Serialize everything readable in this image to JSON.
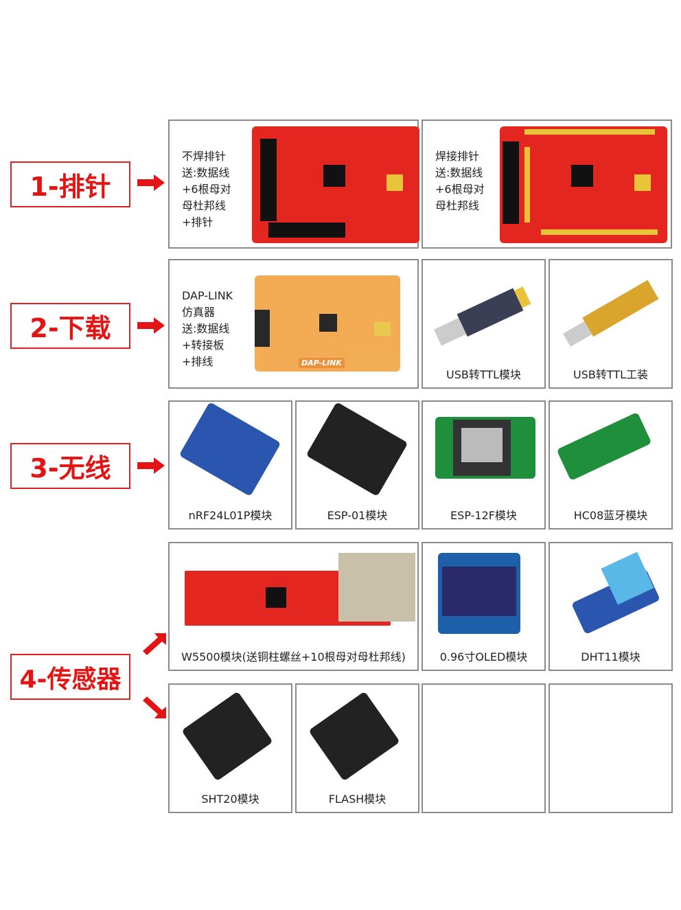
{
  "sections": [
    {
      "label": "1-排针"
    },
    {
      "label": "2-下载"
    },
    {
      "label": "3-无线"
    },
    {
      "label": "4-传感器"
    }
  ],
  "cells": {
    "board_unsoldered": {
      "desc": "不焊排针\n送:数据线\n+6根母对\n母杜邦线\n+排针"
    },
    "board_soldered": {
      "desc": "焊接排针\n送:数据线\n+6根母对\n母杜邦线"
    },
    "dap_link": {
      "desc": "DAP-LINK\n仿真器\n送:数据线\n+转接板\n+排线",
      "logo": "DAP-LINK"
    },
    "usb_ttl": {
      "caption": "USB转TTL模块"
    },
    "usb_ttl_tool": {
      "caption": "USB转TTL工装"
    },
    "nrf24": {
      "caption": "nRF24L01P模块"
    },
    "esp01": {
      "caption": "ESP-01模块"
    },
    "esp12f": {
      "caption": "ESP-12F模块"
    },
    "hc08": {
      "caption": "HC08蓝牙模块"
    },
    "w5500": {
      "caption": "W5500模块(送铜柱螺丝+10根母对母杜邦线)"
    },
    "oled": {
      "caption": "0.96寸OLED模块"
    },
    "dht11": {
      "caption": "DHT11模块"
    },
    "sht20": {
      "caption": "SHT20模块"
    },
    "flash": {
      "caption": "FLASH模块"
    }
  }
}
